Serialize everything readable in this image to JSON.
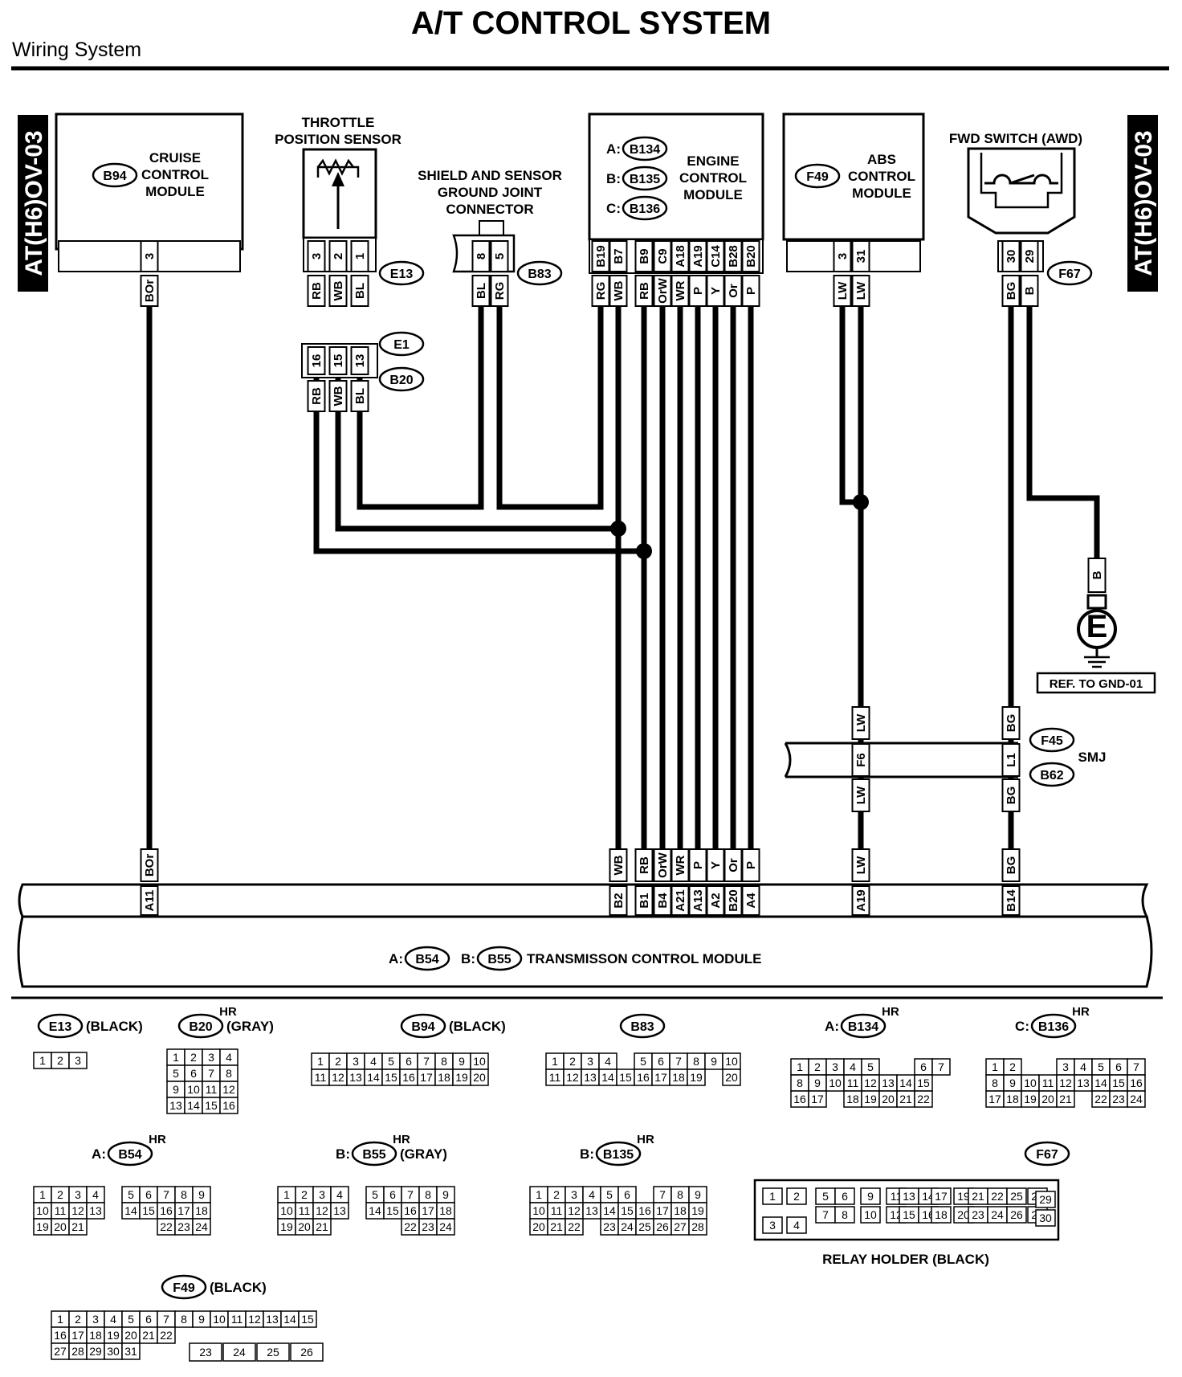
{
  "header": {
    "title": "A/T CONTROL SYSTEM",
    "subtitle": "Wiring System",
    "side_tab_left": "AT(H6)OV-03",
    "side_tab_right": "AT(H6)OV-03"
  },
  "components": {
    "cruise": {
      "connector": "B94",
      "label": [
        "CRUISE",
        "CONTROL",
        "MODULE"
      ],
      "pins": [
        "3"
      ],
      "wires": [
        "BOr"
      ]
    },
    "tps": {
      "title": [
        "THROTTLE",
        "POSITION SENSOR"
      ],
      "connector": "E13",
      "pins": [
        "3",
        "2",
        "1"
      ],
      "wires": [
        "RB",
        "WB",
        "BL"
      ]
    },
    "joint": {
      "top": "E1",
      "bottom": "B20",
      "pins": [
        "16",
        "15",
        "13"
      ],
      "wires": [
        "RB",
        "WB",
        "BL"
      ]
    },
    "shield": {
      "title": [
        "SHIELD AND SENSOR",
        "GROUND JOINT",
        "CONNECTOR"
      ],
      "connector": "B83",
      "pins": [
        "8",
        "5"
      ],
      "wires": [
        "BL",
        "RG"
      ]
    },
    "ecm": {
      "connectors": [
        {
          "prefix": "A:",
          "id": "B134"
        },
        {
          "prefix": "B:",
          "id": "B135"
        },
        {
          "prefix": "C:",
          "id": "B136"
        }
      ],
      "label": [
        "ENGINE",
        "CONTROL",
        "MODULE"
      ],
      "pins": [
        "B19",
        "B7",
        "B9",
        "C9",
        "A18",
        "A19",
        "C14",
        "B28",
        "B20"
      ],
      "wires": [
        "RG",
        "WB",
        "RB",
        "OrW",
        "WR",
        "P",
        "Y",
        "Or",
        "P"
      ]
    },
    "abs": {
      "connector": "F49",
      "label": [
        "ABS",
        "CONTROL",
        "MODULE"
      ],
      "pins": [
        "3",
        "31"
      ],
      "wires": [
        "LW",
        "LW"
      ]
    },
    "fwd": {
      "title": "FWD SWITCH (AWD)",
      "connector": "F67",
      "pins": [
        "30",
        "29"
      ],
      "wires": [
        "BG",
        "B"
      ]
    },
    "ground": {
      "wire": "B",
      "symbol": "E",
      "ref": "REF. TO GND-01"
    },
    "smj": {
      "top": "F45",
      "bottom": "B62",
      "label": "SMJ",
      "pins": [
        "F6",
        "L1"
      ],
      "wires_top": [
        "LW",
        "BG"
      ],
      "wires_bottom": [
        "LW",
        "BG"
      ]
    },
    "tcm": {
      "label": "TRANSMISSON CONTROL MODULE",
      "connectors": [
        {
          "prefix": "A:",
          "id": "B54"
        },
        {
          "prefix": "B:",
          "id": "B55"
        }
      ],
      "wires": [
        "BOr",
        "WB",
        "RB",
        "OrW",
        "WR",
        "P",
        "Y",
        "Or",
        "P",
        "LW",
        "BG"
      ],
      "pins": [
        "A11",
        "B2",
        "B1",
        "B4",
        "A21",
        "A13",
        "A2",
        "B20",
        "A4",
        "A19",
        "B14"
      ]
    }
  },
  "connector_views": [
    {
      "id": "E13",
      "prefix": "",
      "hr": "",
      "note": "(BLACK)",
      "rows": [
        [
          "1",
          "2",
          "3"
        ]
      ]
    },
    {
      "id": "B20",
      "prefix": "",
      "hr": "HR",
      "note": "(GRAY)",
      "rows": [
        [
          "1",
          "2",
          "3",
          "4"
        ],
        [
          "5",
          "6",
          "7",
          "8"
        ],
        [
          "9",
          "10",
          "11",
          "12"
        ],
        [
          "13",
          "14",
          "15",
          "16"
        ]
      ]
    },
    {
      "id": "B94",
      "prefix": "",
      "hr": "",
      "note": "(BLACK)",
      "rows": [
        [
          "1",
          "2",
          "3",
          "4",
          "5",
          "6",
          "7",
          "8",
          "9",
          "10"
        ],
        [
          "11",
          "12",
          "13",
          "14",
          "15",
          "16",
          "17",
          "18",
          "19",
          "20"
        ]
      ]
    },
    {
      "id": "B83",
      "prefix": "",
      "hr": "",
      "note": "",
      "rows": [
        [
          "1",
          "2",
          "3",
          "4",
          "",
          "5",
          "6",
          "7",
          "8",
          "9",
          "10"
        ],
        [
          "11",
          "12",
          "13",
          "14",
          "15",
          "16",
          "17",
          "18",
          "19",
          "",
          "20"
        ]
      ]
    },
    {
      "id": "B134",
      "prefix": "A:",
      "hr": "HR",
      "note": "",
      "rows": [
        [
          "1",
          "2",
          "3",
          "4",
          "5",
          "",
          "",
          "6",
          "7"
        ],
        [
          "8",
          "9",
          "10",
          "11",
          "12",
          "13",
          "14",
          "15"
        ],
        [
          "16",
          "17",
          "",
          "18",
          "19",
          "20",
          "21",
          "22"
        ]
      ]
    },
    {
      "id": "B136",
      "prefix": "C:",
      "hr": "HR",
      "note": "",
      "rows": [
        [
          "1",
          "2",
          "",
          "",
          "3",
          "4",
          "5",
          "6",
          "7"
        ],
        [
          "8",
          "9",
          "10",
          "11",
          "12",
          "13",
          "14",
          "15",
          "16"
        ],
        [
          "17",
          "18",
          "19",
          "20",
          "21",
          "",
          "22",
          "23",
          "24"
        ]
      ]
    },
    {
      "id": "B54",
      "prefix": "A:",
      "hr": "HR",
      "note": "",
      "rows": [
        [
          "1",
          "2",
          "3",
          "4",
          "",
          "5",
          "6",
          "7",
          "8",
          "9"
        ],
        [
          "10",
          "11",
          "12",
          "13",
          "",
          "14",
          "15",
          "16",
          "17",
          "18"
        ],
        [
          "19",
          "20",
          "21",
          "",
          "",
          "",
          "",
          "22",
          "23",
          "24"
        ]
      ]
    },
    {
      "id": "B55",
      "prefix": "B:",
      "hr": "HR",
      "note": "(GRAY)",
      "rows": [
        [
          "1",
          "2",
          "3",
          "4",
          "",
          "5",
          "6",
          "7",
          "8",
          "9"
        ],
        [
          "10",
          "11",
          "12",
          "13",
          "",
          "14",
          "15",
          "16",
          "17",
          "18"
        ],
        [
          "19",
          "20",
          "21",
          "",
          "",
          "",
          "",
          "22",
          "23",
          "24"
        ]
      ]
    },
    {
      "id": "B135",
      "prefix": "B:",
      "hr": "HR",
      "note": "",
      "rows": [
        [
          "1",
          "2",
          "3",
          "4",
          "5",
          "6",
          "",
          "7",
          "8",
          "9"
        ],
        [
          "10",
          "11",
          "12",
          "13",
          "14",
          "15",
          "16",
          "17",
          "18",
          "19"
        ],
        [
          "20",
          "21",
          "22",
          "",
          "23",
          "24",
          "25",
          "26",
          "27",
          "28"
        ]
      ]
    },
    {
      "id": "F49",
      "prefix": "",
      "hr": "",
      "note": "(BLACK)",
      "rows": [
        [
          "1",
          "2",
          "3",
          "4",
          "5",
          "6",
          "7",
          "8",
          "9",
          "10",
          "11",
          "12",
          "13",
          "14",
          "15"
        ],
        [
          "16",
          "17",
          "18",
          "19",
          "20",
          "21",
          "22"
        ],
        [
          "27",
          "28",
          "29",
          "30",
          "31"
        ]
      ],
      "extra": [
        "23",
        "24",
        "25",
        "26"
      ]
    }
  ],
  "relay_holder": {
    "label": "RELAY HOLDER (BLACK)",
    "connector": "F67",
    "cells": [
      "1",
      "2",
      "3",
      "4",
      "5",
      "6",
      "7",
      "8",
      "9",
      "10",
      "11",
      "12",
      "13",
      "14",
      "15",
      "16",
      "17",
      "18",
      "19",
      "20",
      "21",
      "22",
      "23",
      "24",
      "25",
      "26",
      "27",
      "28",
      "29",
      "30"
    ]
  }
}
